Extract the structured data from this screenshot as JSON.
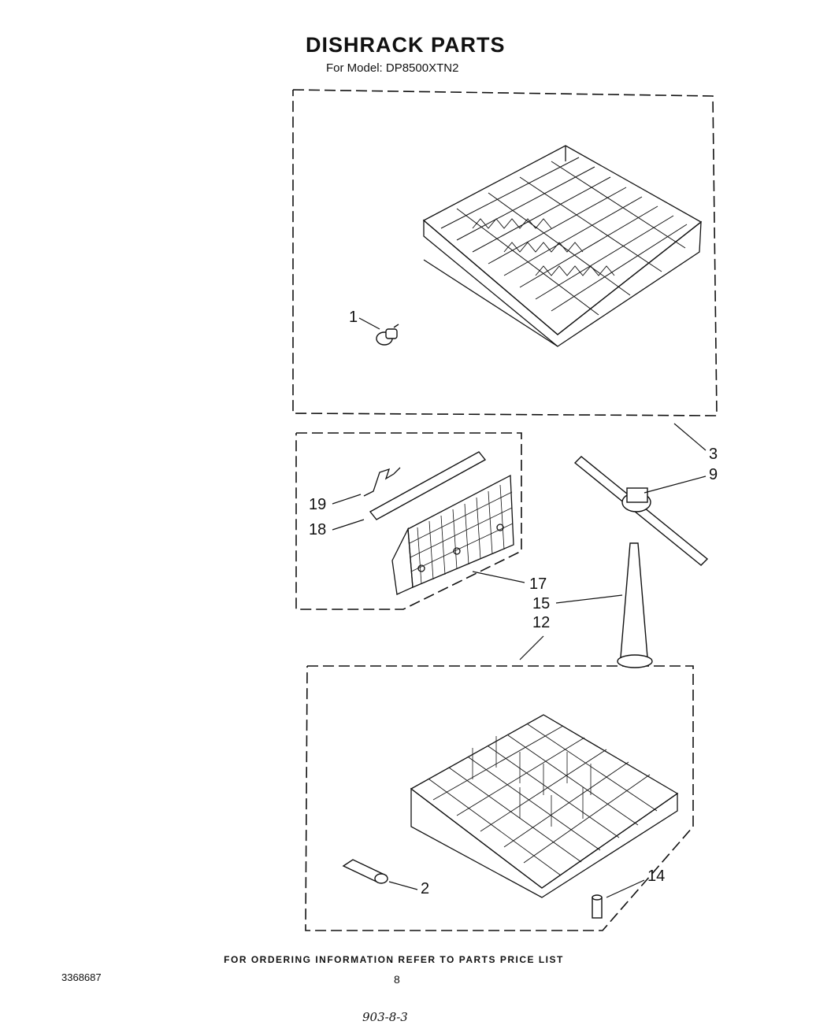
{
  "header": {
    "title": "DISHRACK PARTS",
    "model": "For Model: DP8500XTN2"
  },
  "callouts": {
    "c1": "1",
    "c2": "2",
    "c3": "3",
    "c9": "9",
    "c12": "12",
    "c14": "14",
    "c15": "15",
    "c17": "17",
    "c18": "18",
    "c19": "19"
  },
  "footer": {
    "ordering_note": "FOR ORDERING INFORMATION REFER TO PARTS PRICE LIST",
    "doc_number": "3368687",
    "page_number": "8",
    "handwritten": "903-8-3"
  }
}
